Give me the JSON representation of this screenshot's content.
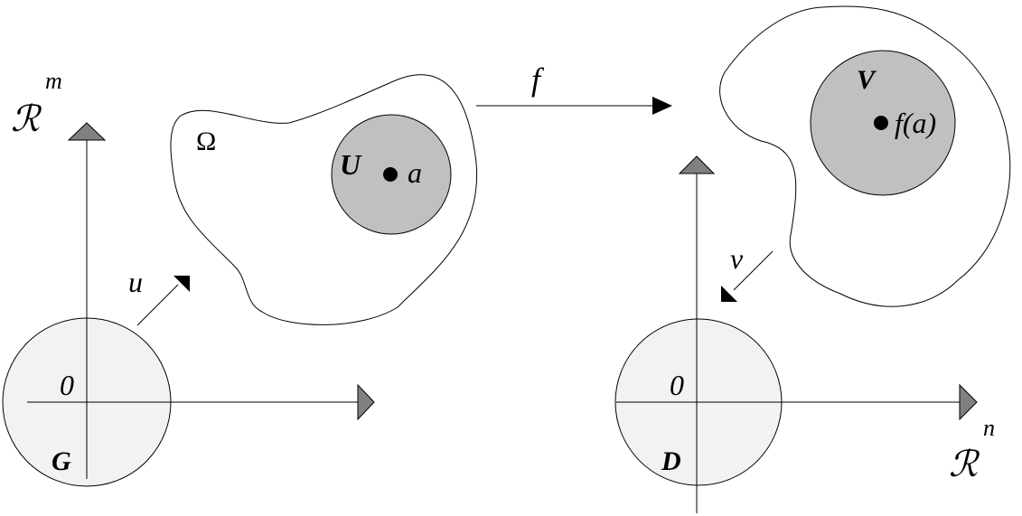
{
  "left_space": {
    "space_symbol": "ℛ",
    "dimension": "m",
    "domain_label": "Ω",
    "subset_label": "U",
    "point_label": "a",
    "origin_label": "0",
    "disk_label": "G",
    "map_label": "u"
  },
  "right_space": {
    "space_symbol": "ℛ",
    "dimension": "n",
    "subset_label": "V",
    "point_label": "f(a)",
    "origin_label": "0",
    "disk_label": "D",
    "map_label": "v"
  },
  "main_map": {
    "label": "f"
  },
  "colors": {
    "subset_fill": "#c0c0c0",
    "disk_fill": "#f2f2f2",
    "arrowhead": "#808080",
    "line": "#000000"
  }
}
